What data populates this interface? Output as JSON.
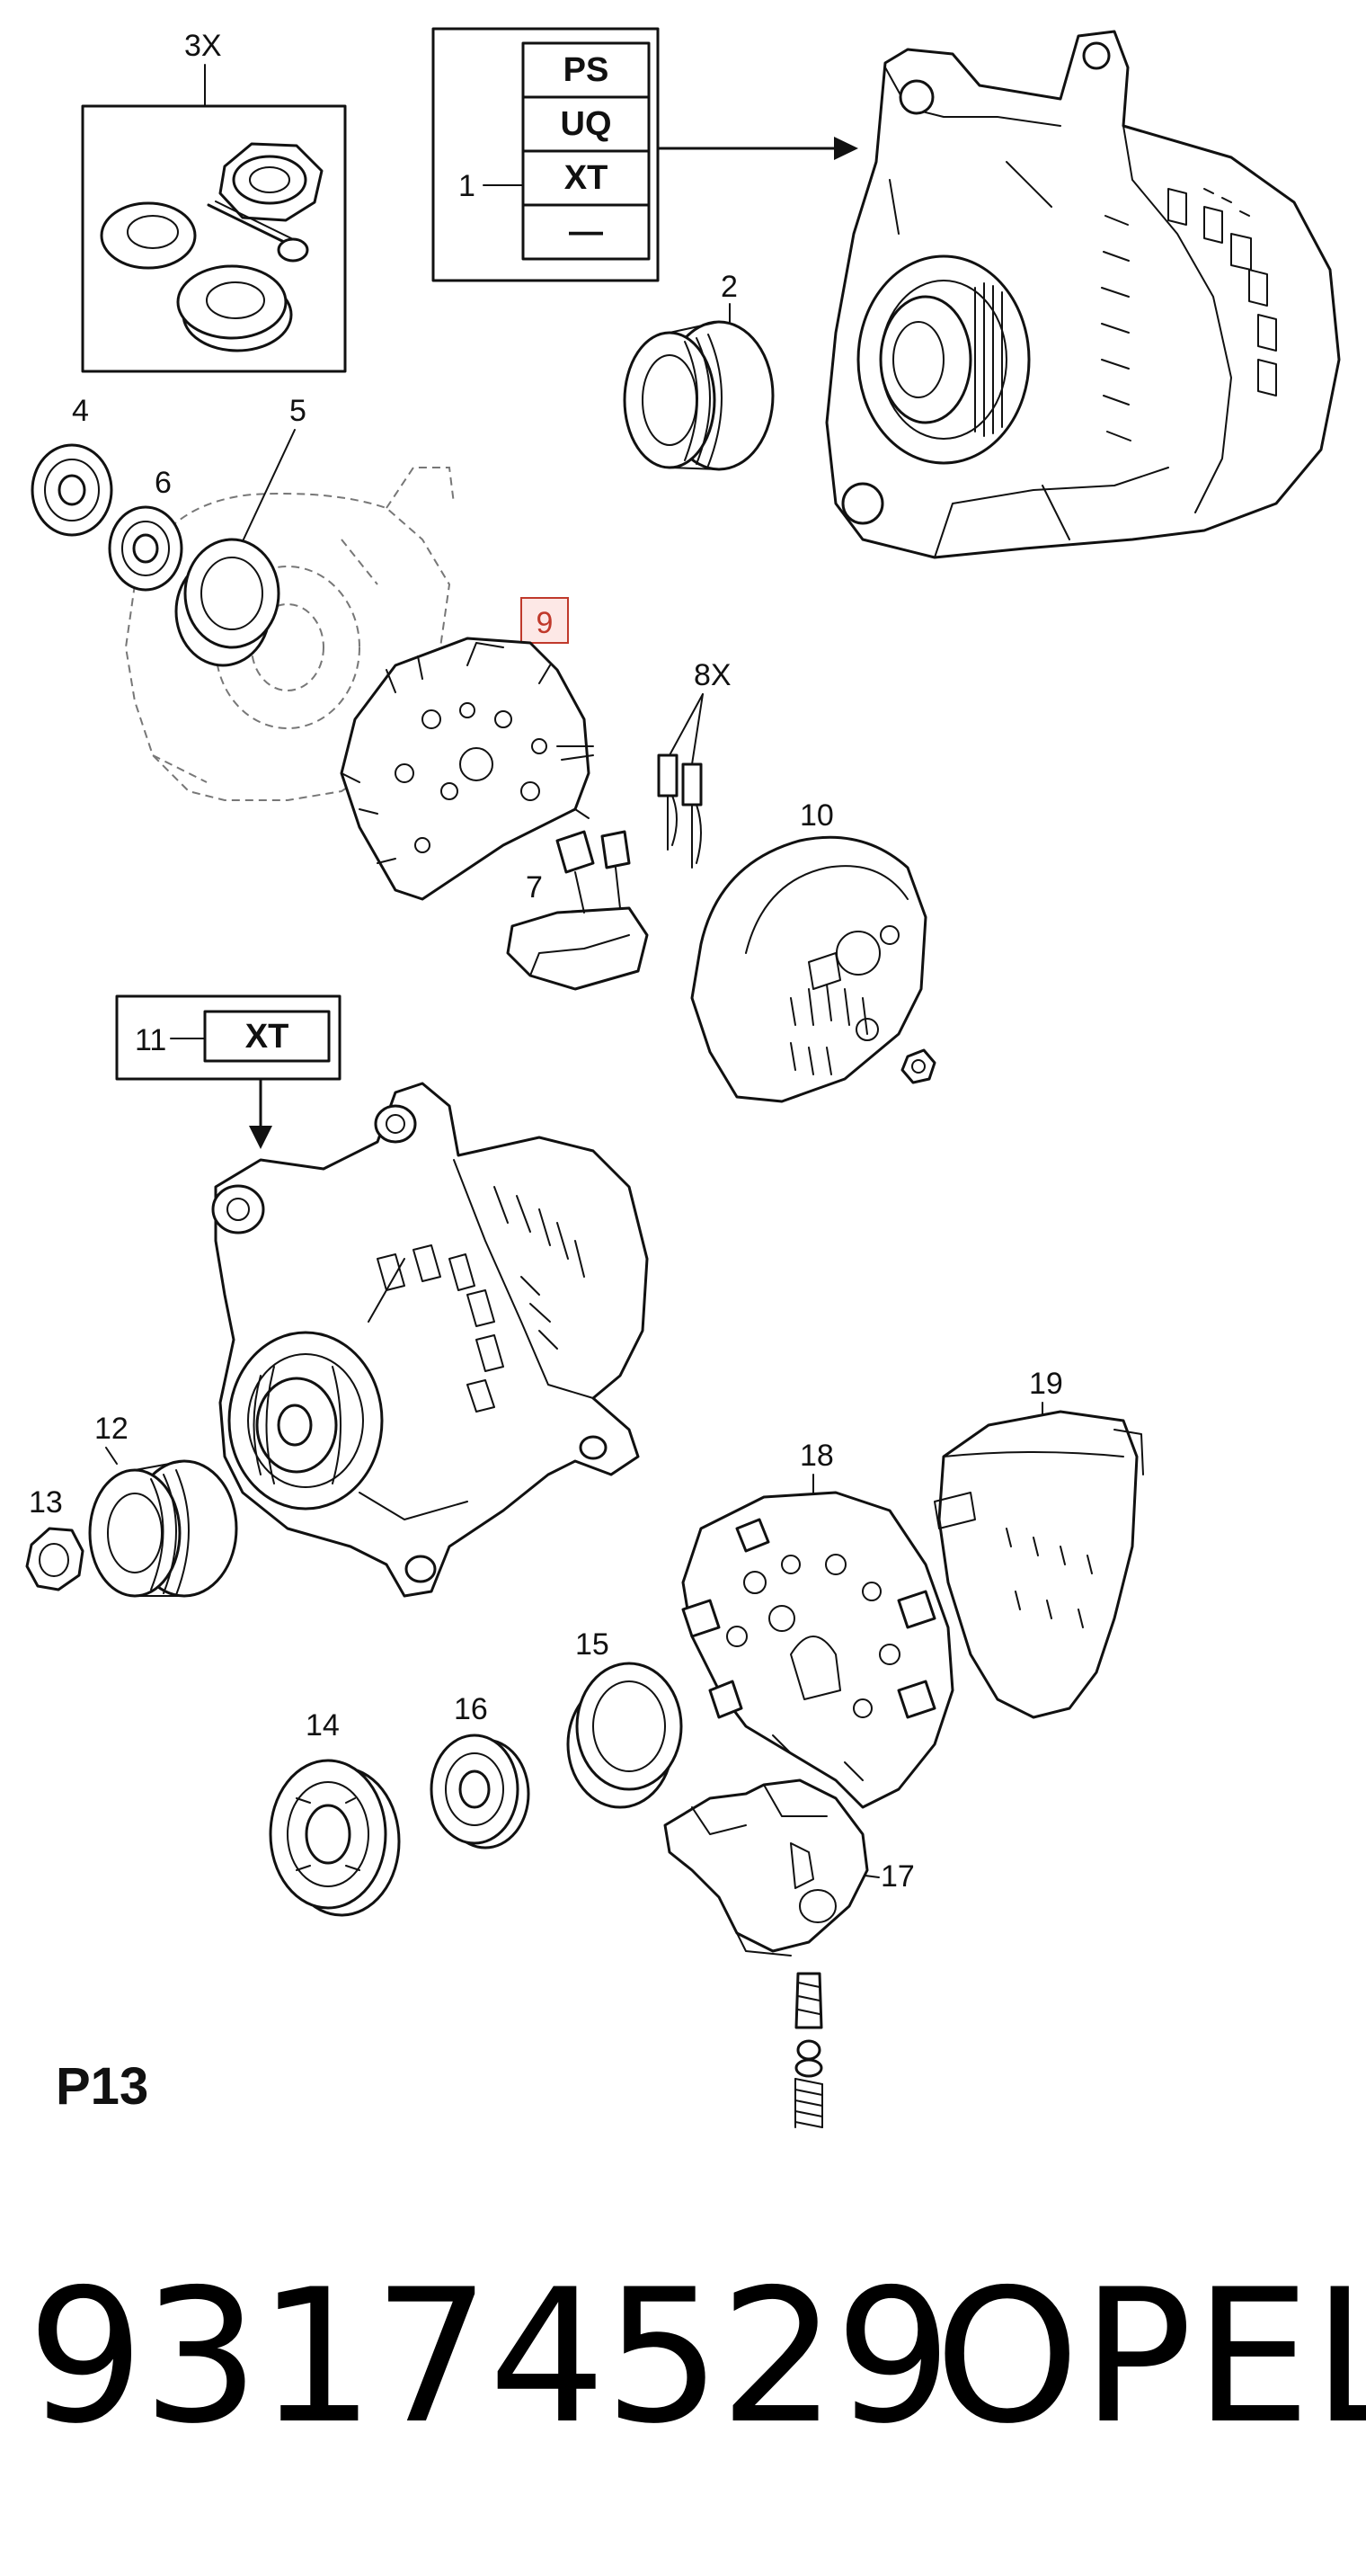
{
  "variant_box_top": {
    "codes": [
      "PS",
      "UQ",
      "XT",
      "—"
    ],
    "callout": "1"
  },
  "variant_box_bottom": {
    "code": "XT",
    "callout": "11"
  },
  "kit_label": "3X",
  "brushes_label": "8X",
  "callouts": {
    "pulley_top": "2",
    "bearing_4": "4",
    "ring_5": "5",
    "bearing_6": "6",
    "regulator_7": "7",
    "rectifier_9": "9",
    "cover_10": "10",
    "pulley_12": "12",
    "nut_13": "13",
    "bearing_14": "14",
    "ring_15": "15",
    "bearing_16": "16",
    "regulator_17": "17",
    "rectifier_18": "18",
    "cover_19": "19"
  },
  "page_code": "P13",
  "footer": {
    "part_number": "93174529",
    "brand": "OPEL"
  },
  "colors": {
    "highlight": "#c0392b",
    "highlight_fill": "#fde8e6",
    "ink": "#111111"
  }
}
